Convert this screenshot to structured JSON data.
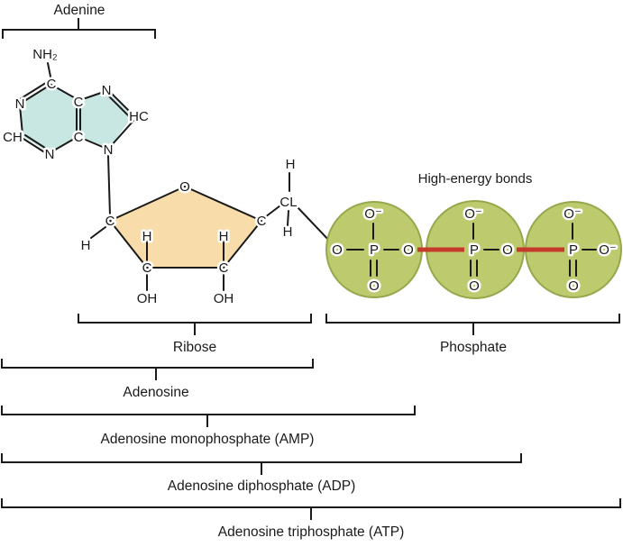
{
  "brackets": {
    "adenine": "Adenine",
    "ribose": "Ribose",
    "phosphate": "Phosphate",
    "adenosine": "Adenosine",
    "amp": "Adenosine monophosphate (AMP)",
    "adp": "Adenosine diphosphate (ADP)",
    "atp": "Adenosine triphosphate (ATP)"
  },
  "adenine_atoms": {
    "nh2": "NH₂",
    "c6": "C",
    "n1": "N",
    "c2h": "CH",
    "n3": "N",
    "c4": "C",
    "c5": "C",
    "n7": "N",
    "c8h": "HC",
    "n9": "N"
  },
  "ribose_atoms": {
    "o": "O",
    "c1": "C",
    "c2": "C",
    "c3": "C",
    "c4": "C",
    "h_c1": "H",
    "h_c2": "H",
    "h_c3": "H",
    "oh_c2": "OH",
    "oh_c3": "OH",
    "c5": "CL",
    "h_c5_top": "H",
    "h_c5_bottom": "H"
  },
  "phosphates": {
    "heading": "High-energy bonds",
    "groups": [
      {
        "o_left": "O",
        "p": "P",
        "o_right": "O",
        "o_top": "O⁻",
        "o_bottom": "O"
      },
      {
        "p": "P",
        "o_right": "O",
        "o_top": "O⁻",
        "o_bottom": "O"
      },
      {
        "p": "P",
        "o_right": "O⁻",
        "o_top": "O⁻",
        "o_bottom": "O"
      }
    ]
  },
  "colors": {
    "adenine_fill": "#c8e7e3",
    "ribose_fill": "#f8dcaa",
    "phosphate_fill": "#bdca6e",
    "phosphate_border": "#96a84c",
    "high_energy_bond": "#c63a2c"
  }
}
